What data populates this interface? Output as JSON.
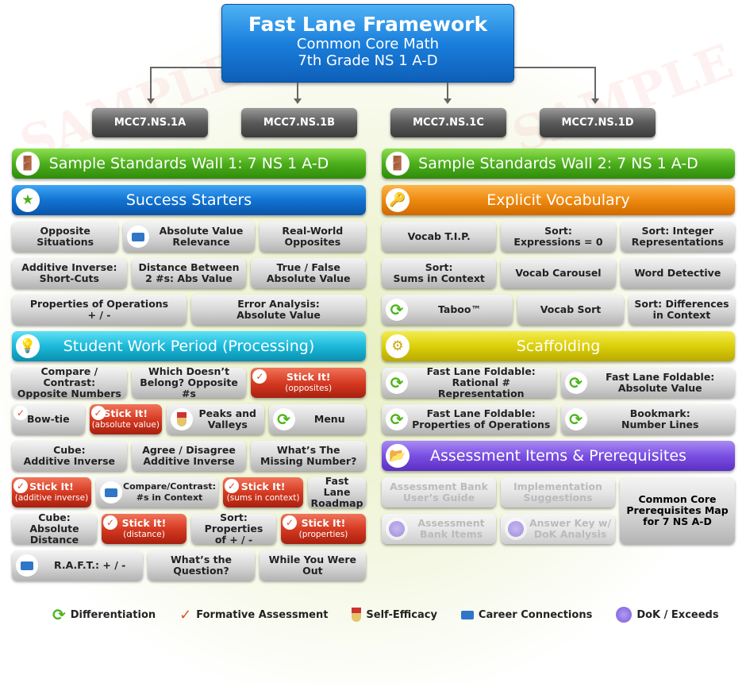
{
  "title": {
    "main": "Fast Lane Framework",
    "sub1": "Common Core Math",
    "sub2": "7th Grade NS 1 A-D"
  },
  "watermark": "SAMPLE",
  "standards": [
    "MCC7.NS.1A",
    "MCC7.NS.1B",
    "MCC7.NS.1C",
    "MCC7.NS.1D"
  ],
  "left": {
    "wall": "Sample Standards Wall 1: 7 NS 1 A-D",
    "success_starters": {
      "title": "Success Starters",
      "buttons": [
        "Opposite Situations",
        "Absolute Value\nRelevance",
        "Real-World\nOpposites",
        "Additive Inverse:\nShort-Cuts",
        "Distance Between\n2 #s: Abs Value",
        "True / False\nAbsolute Value",
        "Properties of Operations\n+ / -",
        "Error Analysis:\nAbsolute Value"
      ]
    },
    "student_work": {
      "title": "Student Work Period (Processing)",
      "buttons": [
        "Compare / Contrast:\nOpposite Numbers",
        "Which Doesn’t\nBelong? Opposite #s",
        "Stick It!",
        "(opposites)",
        "Bow-tie",
        "Stick It!",
        "(absolute value)",
        "Peaks and\nValleys",
        "Menu",
        "Cube:\nAdditive Inverse",
        "Agree / Disagree\nAdditive Inverse",
        "What’s The\nMissing Number?",
        "Stick It!",
        "(additive inverse)",
        "Compare/Contrast:\n#s in Context",
        "Stick It!",
        "(sums in context)",
        "Fast Lane\nRoadmap",
        "Cube: Absolute\nDistance",
        "Stick It!",
        "(distance)",
        "Sort: Properties\nof + / -",
        "Stick It!",
        "(properties)",
        "R.A.F.T.: + / -",
        "What’s the\nQuestion?",
        "While You Were\nOut"
      ]
    }
  },
  "right": {
    "wall": "Sample Standards Wall 2: 7 NS 1 A-D",
    "vocab": {
      "title": "Explicit Vocabulary",
      "buttons": [
        "Vocab T.I.P.",
        "Sort:\nExpressions = 0",
        "Sort: Integer\nRepresentations",
        "Sort:\nSums in Context",
        "Vocab Carousel",
        "Word Detective",
        "Taboo™",
        "Vocab Sort",
        "Sort: Differences\nin Context"
      ]
    },
    "scaffolding": {
      "title": "Scaffolding",
      "buttons": [
        "Fast Lane Foldable:\nRational # Representation",
        "Fast Lane Foldable:\nAbsolute Value",
        "Fast Lane Foldable:\nProperties of Operations",
        "Bookmark:\nNumber Lines"
      ]
    },
    "assessment": {
      "title": "Assessment Items & Prerequisites",
      "buttons": [
        "Assessment Bank\nUser’s Guide",
        "Implementation\nSuggestions",
        "Common Core\nPrerequisites Map\nfor 7 NS A-D",
        "Assessment\nBank Items",
        "Answer Key w/\nDoK Analysis"
      ]
    }
  },
  "legend": [
    "Differentiation",
    "Formative Assessment",
    "Self-Efficacy",
    "Career Connections",
    "DoK / Exceeds"
  ]
}
